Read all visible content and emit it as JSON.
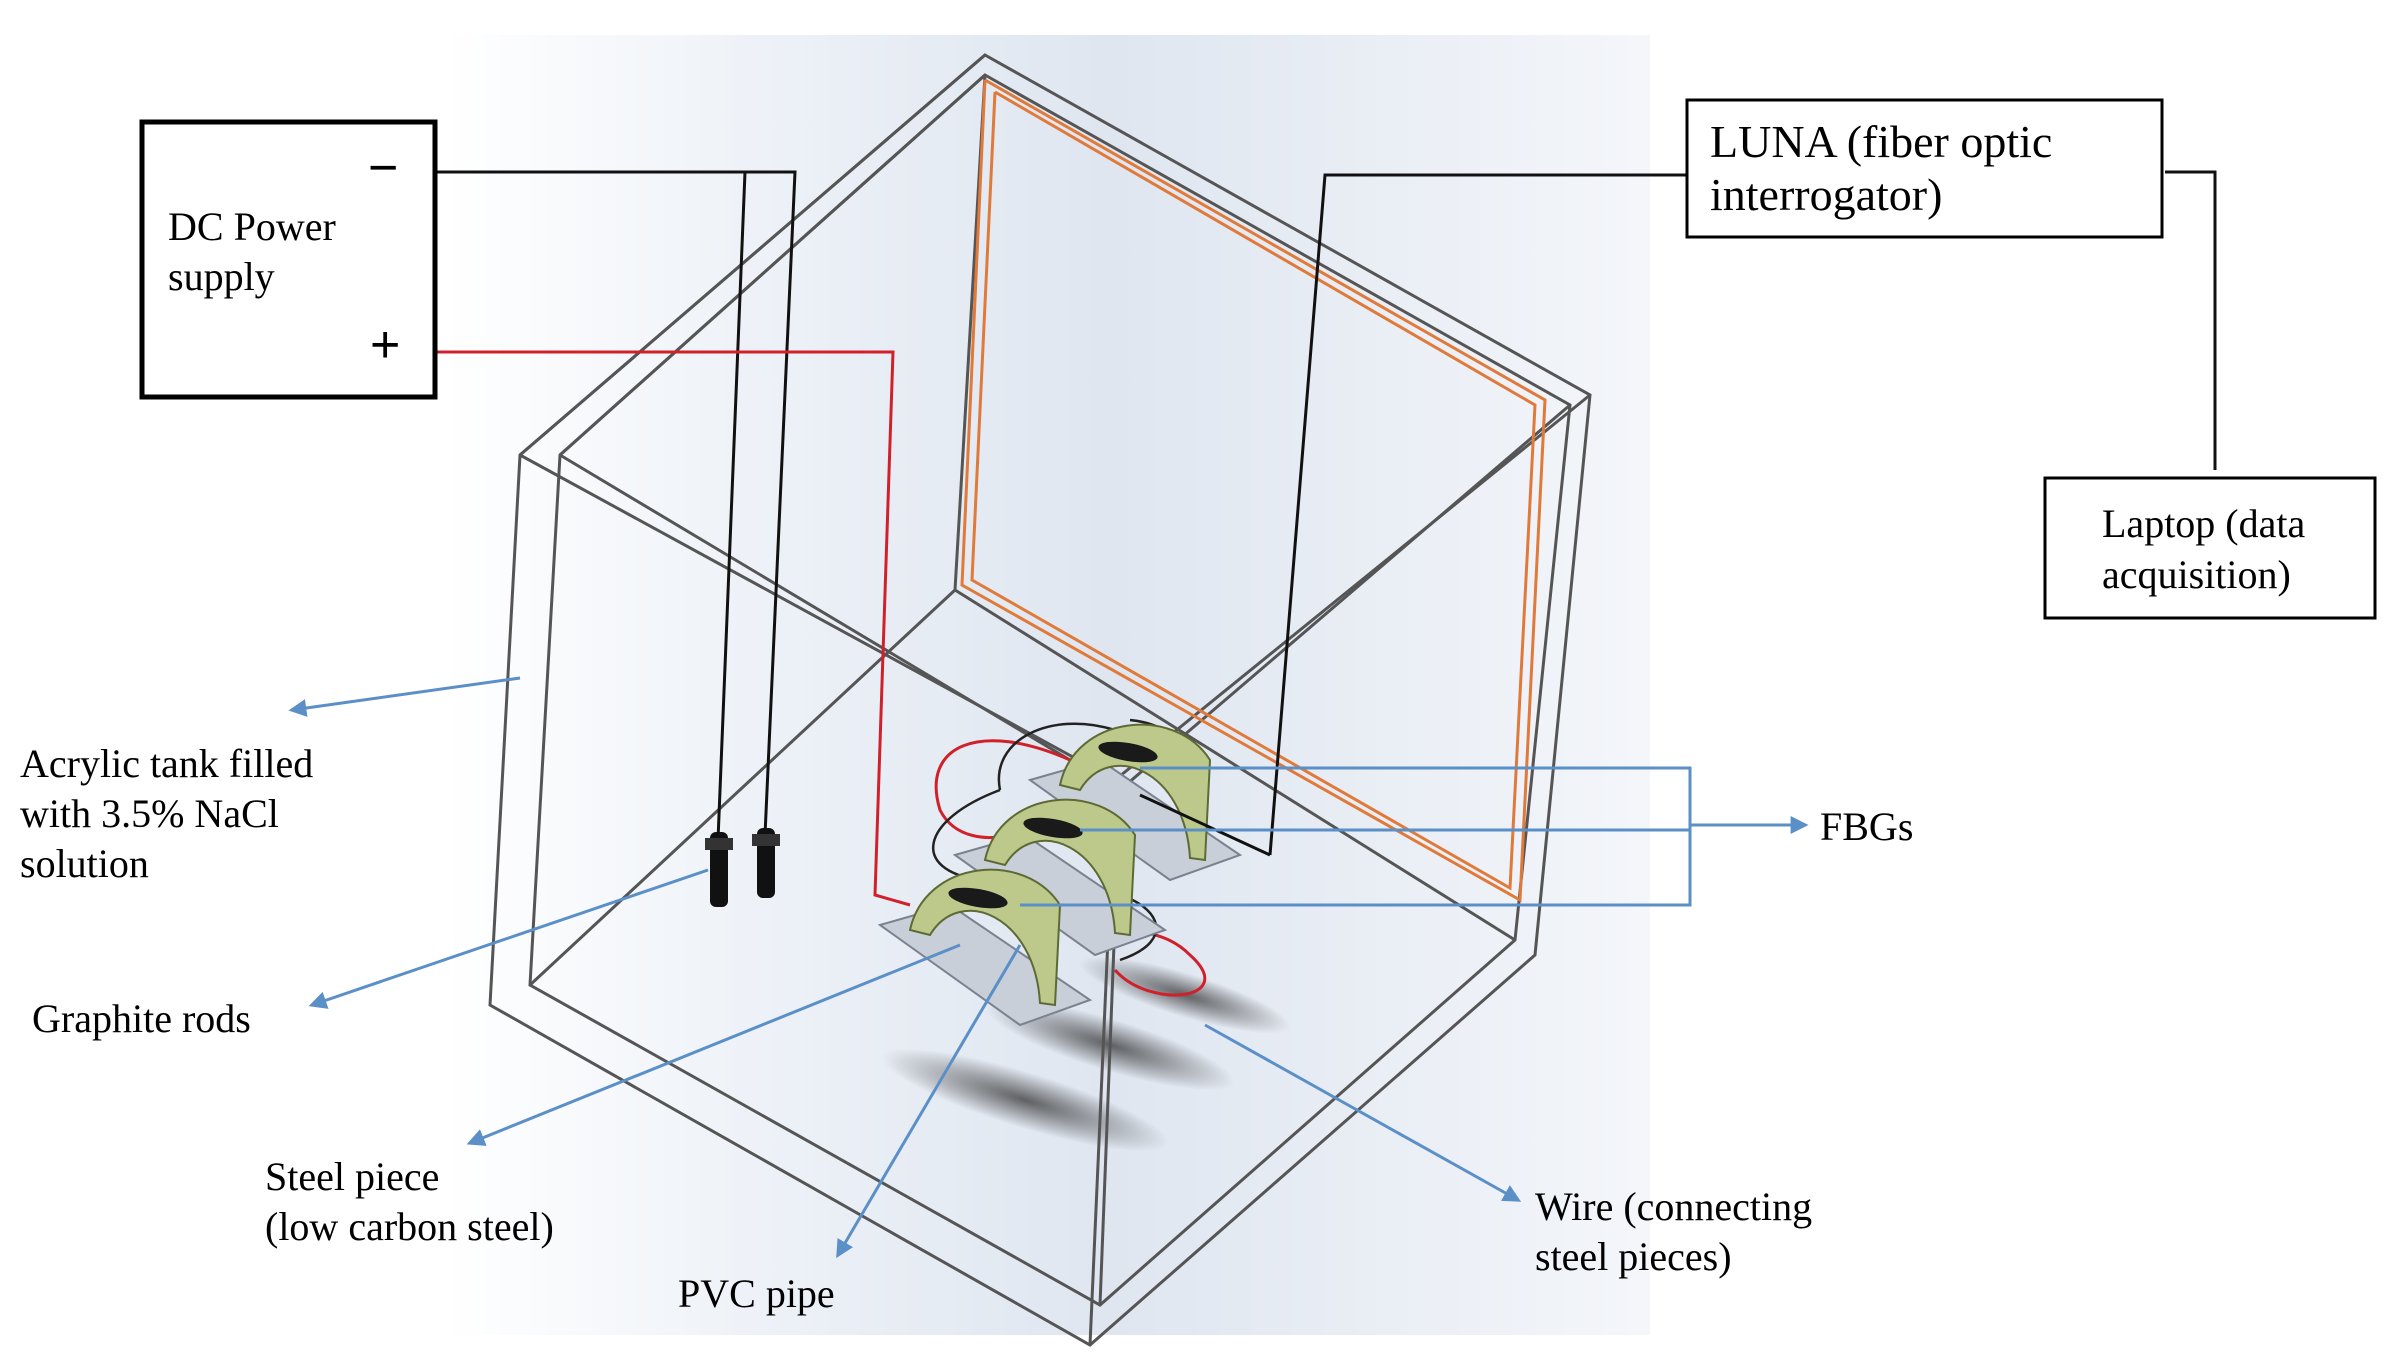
{
  "power_supply": {
    "label_line1": "DC Power",
    "label_line2": "supply",
    "minus": "−",
    "plus": "+"
  },
  "interrogator": {
    "label_line1": "LUNA (fiber optic",
    "label_line2": "interrogator)"
  },
  "laptop": {
    "label_line1": "Laptop (data",
    "label_line2": "acquisition)"
  },
  "labels": {
    "tank_line1": "Acrylic tank filled",
    "tank_line2": "with 3.5% NaCl",
    "tank_line3": "solution",
    "graphite": "Graphite rods",
    "steel_line1": "Steel piece",
    "steel_line2": "(low carbon steel)",
    "pvc": "PVC pipe",
    "wire_line1": "Wire (connecting",
    "wire_line2": "steel pieces)",
    "fbgs": "FBGs"
  },
  "colors": {
    "arrow": "#5b8fc7",
    "positive_wire": "#d0212b",
    "fiber_frame": "#e07a3a",
    "tank_edge": "#555555",
    "pvc": "#bcc98a",
    "steel": "#c9cfd8"
  }
}
